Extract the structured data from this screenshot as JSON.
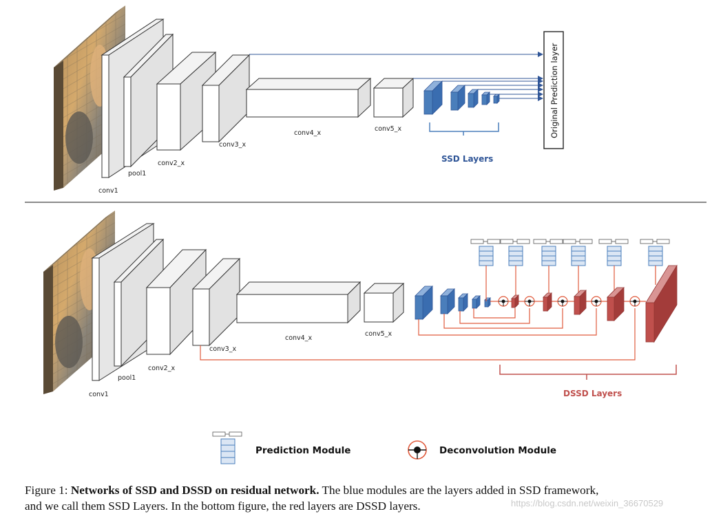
{
  "top_network": {
    "labels": [
      "conv1",
      "pool1",
      "conv2_x",
      "conv3_x",
      "conv4_x",
      "conv5_x"
    ],
    "ssd_label": "SSD Layers",
    "prediction_label": "Original Prediction layer"
  },
  "bottom_network": {
    "labels": [
      "conv1",
      "pool1",
      "conv2_x",
      "conv3_x",
      "conv4_x",
      "conv5_x"
    ],
    "dssd_label": "DSSD Layers"
  },
  "legend": {
    "prediction_module": "Prediction Module",
    "deconvolution_module": "Deconvolution  Module"
  },
  "caption": {
    "prefix": "Figure 1: ",
    "bold": "Networks of SSD and DSSD on residual network.",
    "rest": " The blue modules are the layers added in SSD framework,",
    "line2": "and we call them SSD Layers. In the bottom figure, the red layers are DSSD layers."
  },
  "watermark": "https://blog.csdn.net/weixin_36670529",
  "colors": {
    "ssd_blue": "#4a7ebb",
    "dssd_red": "#c0504d",
    "arrow_blue": "#2f5597",
    "line_red": "#e05a3c"
  }
}
